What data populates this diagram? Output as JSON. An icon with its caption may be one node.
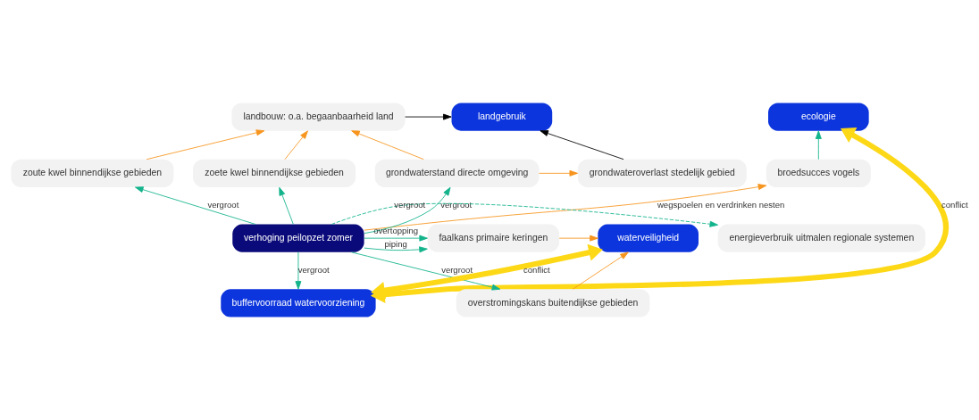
{
  "diagram": {
    "nodes": [
      {
        "text": [
          "landbouw: o.a. begaanbaarheid land"
        ]
      },
      {
        "text": [
          "landgebruik"
        ]
      },
      {
        "text": [
          "ecologie"
        ]
      },
      {
        "text": [
          "broedsucces vogels"
        ]
      },
      {
        "text": [
          "zoute kwel binnendijkse gebieden"
        ]
      },
      {
        "text": [
          "zoete kwel binnendijkse gebieden"
        ]
      },
      {
        "text": [
          "grondwaterstand directe omgeving"
        ]
      },
      {
        "text": [
          "grondwateroverlast stedelijk gebied"
        ]
      },
      {
        "text": [
          "energieverbruik uitmalen regionale systemen"
        ]
      },
      {
        "text": [
          "verhoging peilopzet zomer"
        ]
      },
      {
        "text": [
          "faalkans primaire keringen"
        ]
      },
      {
        "text": [
          "waterveiligheid"
        ]
      },
      {
        "text": [
          "overstromingskans buitendijkse gebieden"
        ]
      },
      {
        "text": [
          "buffervoorraad watervoorziening"
        ]
      }
    ],
    "edges": [
      {
        "from": 0,
        "to": 1,
        "arrow": "to",
        "color": "#000000"
      },
      {
        "from": 7,
        "to": 1,
        "arrow": "to",
        "color": "#000000"
      },
      {
        "from": 3,
        "to": 2,
        "arrow": "to"
      },
      {
        "from": 4,
        "to": 0,
        "arrow": "to",
        "color": "#f7941d"
      },
      {
        "from": 5,
        "to": 0,
        "arrow": "to",
        "color": "#f7941d"
      },
      {
        "from": 6,
        "to": 0,
        "arrow": "to",
        "color": "#f7941d"
      },
      {
        "from": 6,
        "to": 7,
        "arrow": "to",
        "color": "#f7941d"
      },
      {
        "from": 9,
        "to": 3,
        "arrow": "to",
        "label": "wegspoelen en verdrinken nesten",
        "color": "#f7941d"
      },
      {
        "from": 9,
        "to": 4,
        "arrow": "to",
        "label": "vergroot"
      },
      {
        "from": 9,
        "to": 5,
        "arrow": "to"
      },
      {
        "from": 9,
        "to": 6,
        "arrow": "to",
        "label": "vergroot"
      },
      {
        "from": 9,
        "to": 8,
        "arrow": "to",
        "label": "vergroot",
        "style": "dashed"
      },
      {
        "from": 9,
        "to": 10,
        "arrow": "to",
        "label": "overtopping"
      },
      {
        "from": 9,
        "to": 10,
        "arrow": "to",
        "label": "piping"
      },
      {
        "from": 9,
        "to": 12,
        "arrow": "to",
        "label": "vergroot"
      },
      {
        "from": 9,
        "to": 13,
        "arrow": "to",
        "label": "vergroot"
      },
      {
        "from": 10,
        "to": 11,
        "arrow": "to",
        "color": "#f7941d"
      },
      {
        "from": 12,
        "to": 11,
        "arrow": "to",
        "color": "#f7941d"
      },
      {
        "from": 2,
        "to": 13,
        "arrow": "both",
        "label": "conflict",
        "style": "thick",
        "color": "#fdd816"
      },
      {
        "from": 13,
        "to": 11,
        "arrow": "both",
        "label": "conflict",
        "style": "thick",
        "color": "#fdd816"
      }
    ]
  }
}
